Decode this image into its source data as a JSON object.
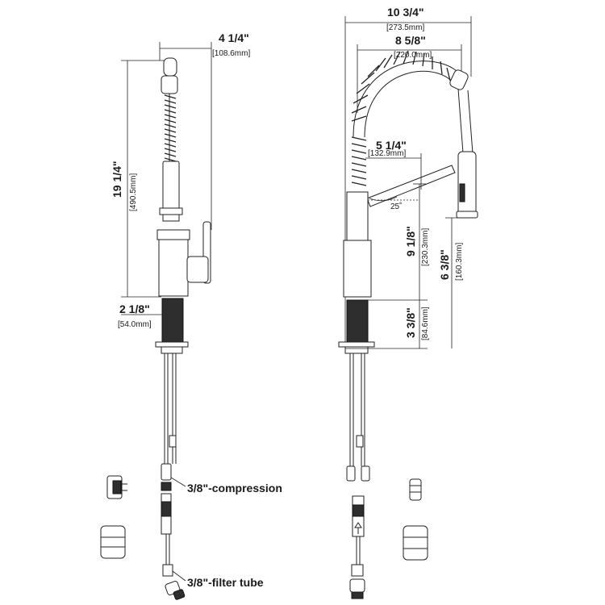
{
  "side_view": {
    "width": {
      "value": "4 1/4\"",
      "metric": "[108.6mm]"
    },
    "height": {
      "value": "19 1/4\"",
      "metric": "[490.5mm]"
    },
    "base_diameter": {
      "value": "2 1/8\"",
      "metric": "[54.0mm]"
    }
  },
  "front_view": {
    "total_reach": {
      "value": "10 3/4\"",
      "metric": "[273.5mm]"
    },
    "spout_reach": {
      "value": "8 5/8\"",
      "metric": "[220.0mm]"
    },
    "handle_length": {
      "value": "5 1/4\"",
      "metric": "[132.9mm]"
    },
    "handle_angle": "25˚",
    "handle_height": {
      "value": "9 1/8\"",
      "metric": "[230.3mm]"
    },
    "spout_height": {
      "value": "6 3/8\"",
      "metric": "[160.3mm]"
    },
    "shank_height": {
      "value": "3 3/8\"",
      "metric": "[84.6mm]"
    }
  },
  "connections": {
    "compression": "3/8\"-compression",
    "filter_tube": "3/8\"-filter tube"
  }
}
